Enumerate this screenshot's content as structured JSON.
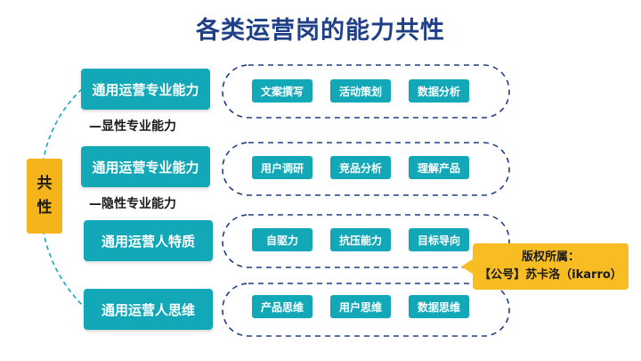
{
  "title": "各类运营岗的能力共性",
  "left_label": {
    "line1": "共",
    "line2": "性"
  },
  "rows": [
    {
      "main": "通用运营专业能力",
      "sub": "—显性专业能力",
      "items": [
        "文案撰写",
        "活动策划",
        "数据分析"
      ]
    },
    {
      "main": "通用运营专业能力",
      "sub": "—隐性专业能力",
      "items": [
        "用户调研",
        "竞品分析",
        "理解产品"
      ]
    },
    {
      "main": "通用运营人特质",
      "sub": "",
      "items": [
        "自驱力",
        "抗压能力",
        "目标导向"
      ]
    },
    {
      "main": "通用运营人思维",
      "sub": "",
      "items": [
        "产品思维",
        "用户思维",
        "数据思维"
      ]
    }
  ],
  "callout": {
    "line1": "版权所属：",
    "line2": "【公号】苏卡洛（ikarro）"
  },
  "colors": {
    "teal": "#12a8b8",
    "navy": "#1f3f86",
    "gold": "#f4b41a",
    "dash": "#1f3f86"
  }
}
